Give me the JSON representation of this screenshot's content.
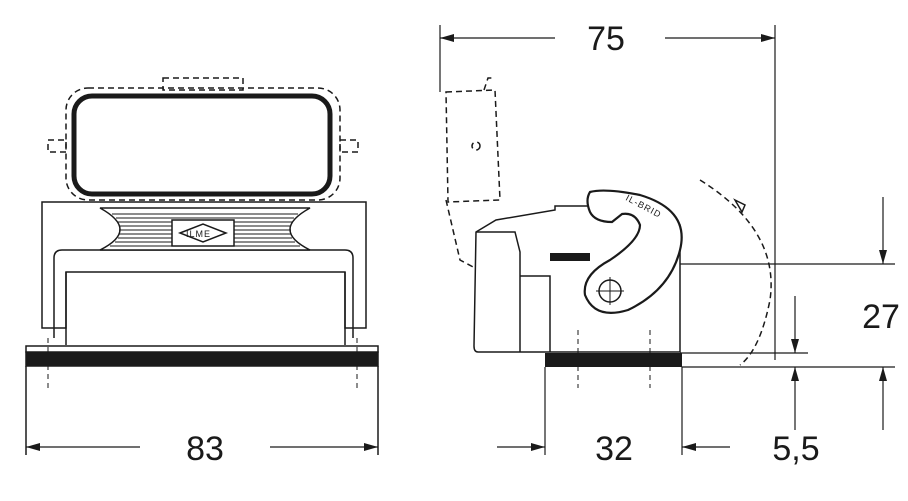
{
  "drawing": {
    "dimensions": {
      "front_width": "83",
      "side_depth_total": "75",
      "base_depth": "32",
      "height": "27",
      "base_thickness": "5,5"
    },
    "logo_text": "ILME",
    "lever_text": "IL-BRID",
    "colors": {
      "line": "#1a1a1a",
      "fill": "#ffffff"
    }
  }
}
